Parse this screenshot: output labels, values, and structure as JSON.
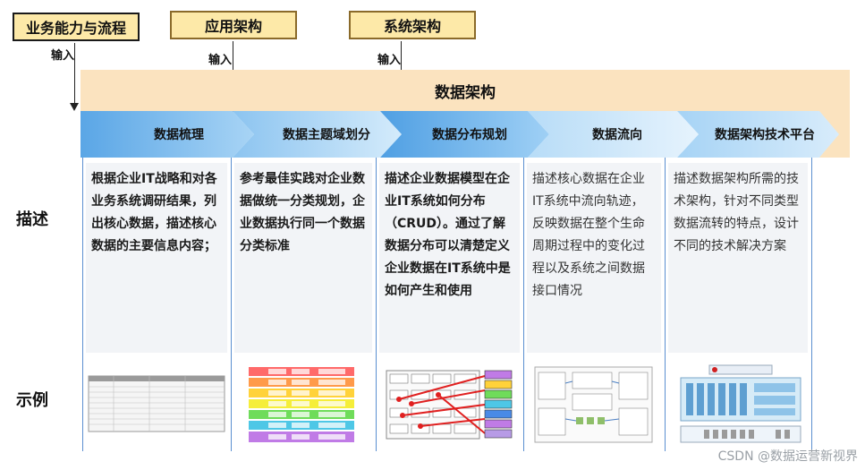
{
  "top_boxes": {
    "business": "业务能力与流程",
    "application": "应用架构",
    "system": "系统架构"
  },
  "input_label": "输入",
  "data_arch": "数据架构",
  "stages": [
    {
      "label": "数据梳理",
      "desc": "根据企业IT战略和对各业务系统调研结果，列出核心数据，描述核心数据的主要信息内容；"
    },
    {
      "label": "数据主题域划分",
      "desc": "参考最佳实践对企业数据做统一分类规划，企业数据执行同一个数据分类标准"
    },
    {
      "label": "数据分布规划",
      "desc": "描述企业数据模型在企业IT系统如何分布（CRUD）。通过了解数据分布可以清楚定义企业数据在IT系统中是如何产生和使用"
    },
    {
      "label": "数据流向",
      "desc": "描述核心数据在企业IT系统中流向轨迹，反映数据在整个生命周期过程中的变化过程以及系统之间数据接口情况"
    },
    {
      "label": "数据架构技术平台",
      "desc": "描述数据架构所需的技术架构，针对不同类型数据流转的特点，设计不同的技术解决方案"
    }
  ],
  "row_labels": {
    "description": "描述",
    "example": "示例"
  },
  "watermark": "CSDN @数据运营新视界",
  "colors": {
    "top_box_fill": "#fde9a8",
    "band_fill": "#fbe3bf",
    "chevron_dark": "#6ab2ea",
    "chevron_light": "#bfe0f7",
    "column_line": "#5b8fd0"
  }
}
